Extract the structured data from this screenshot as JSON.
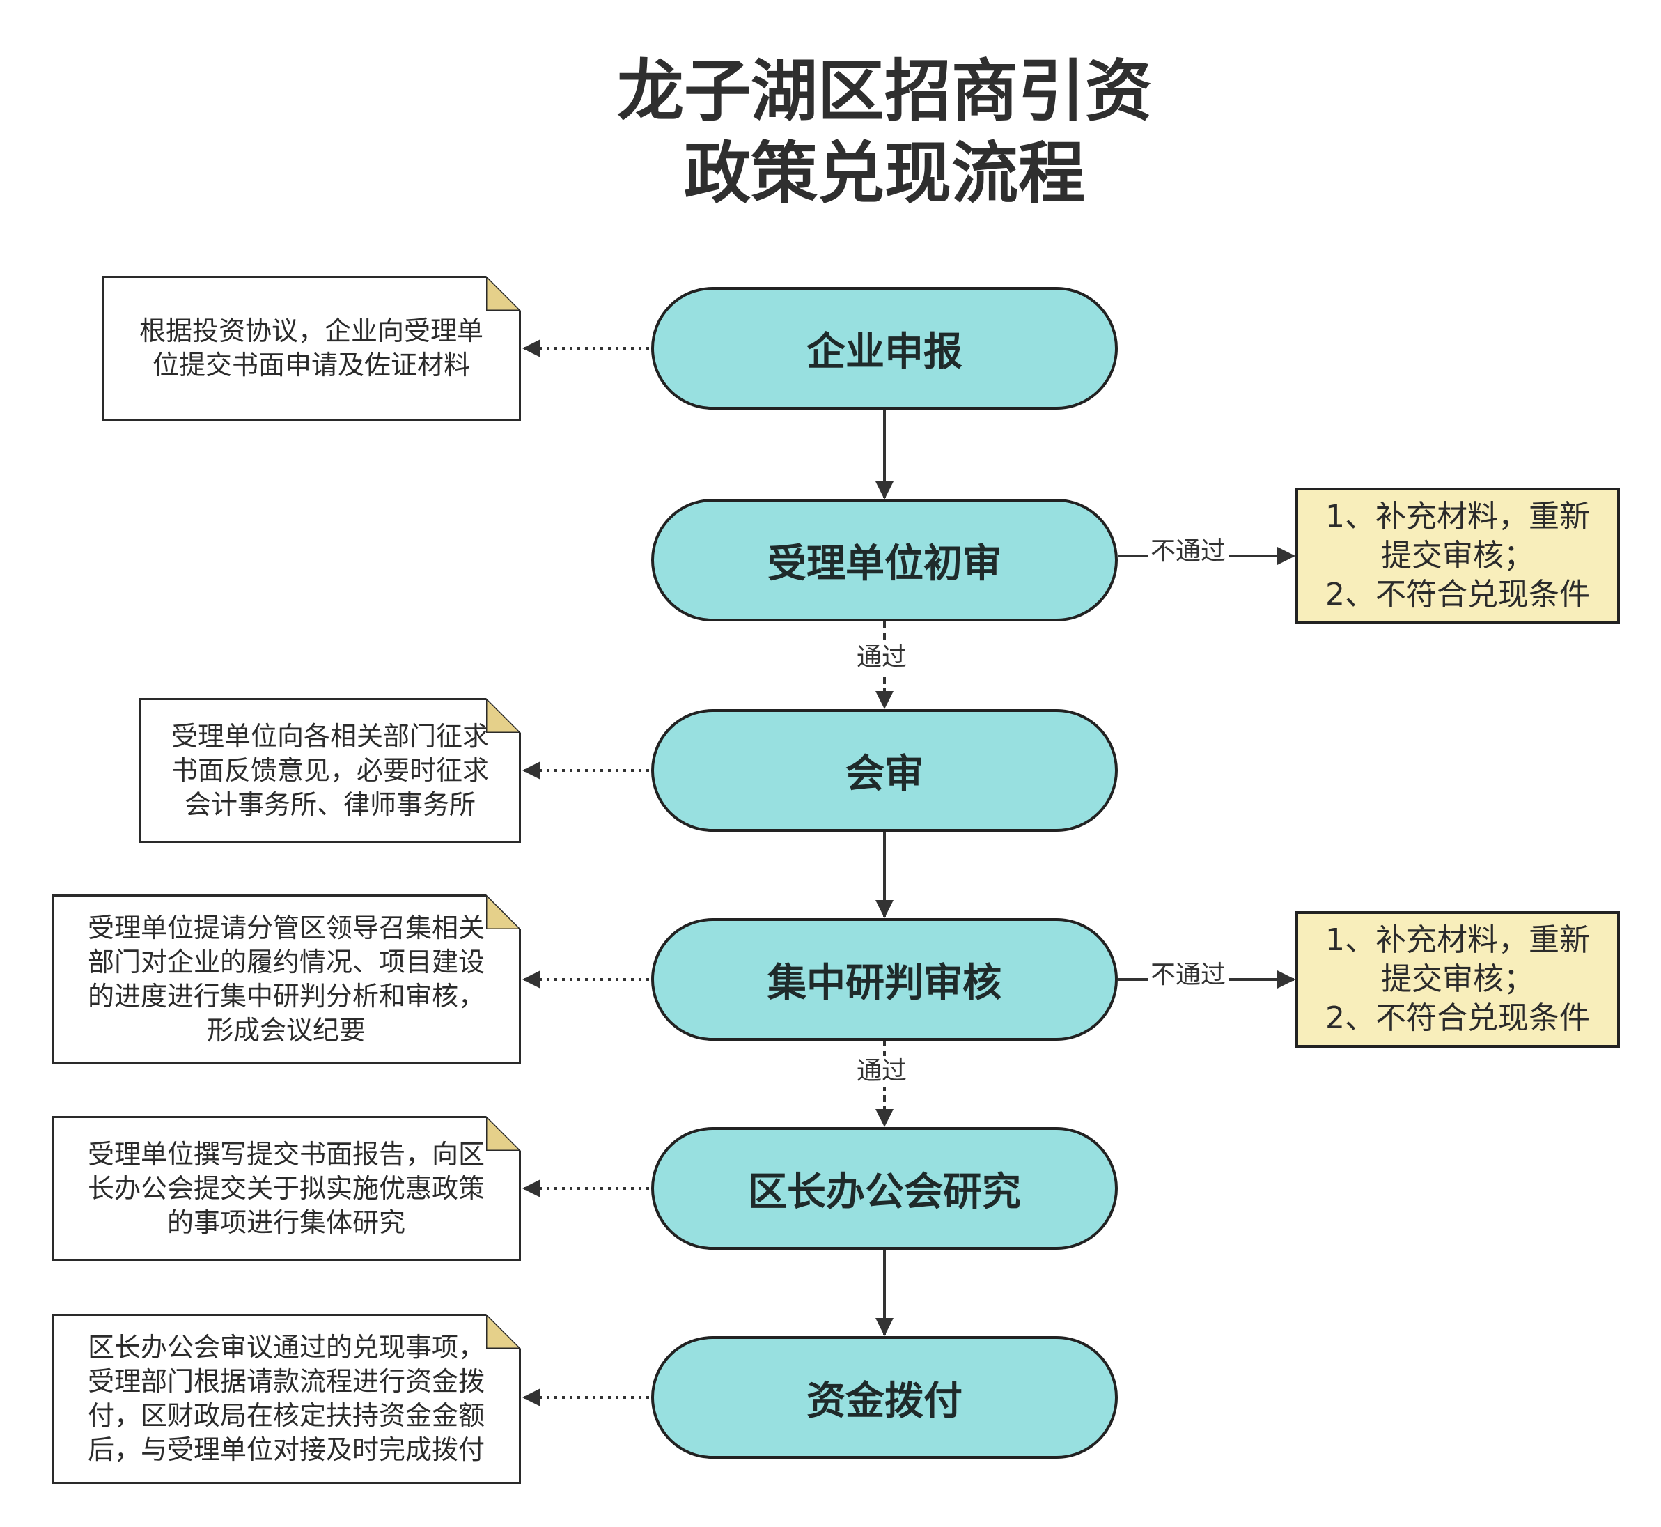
{
  "title": {
    "line1": "龙子湖区招商引资",
    "line2": "政策兑现流程"
  },
  "steps": [
    {
      "label": "企业申报"
    },
    {
      "label": "受理单位初审"
    },
    {
      "label": "会审"
    },
    {
      "label": "集中研判审核"
    },
    {
      "label": "区长办公会研究"
    },
    {
      "label": "资金拨付"
    }
  ],
  "notes": [
    {
      "lines": [
        "根据投资协议，企业向受理单",
        "位提交书面申请及佐证材料"
      ]
    },
    {
      "lines": [
        "受理单位向各相关部门征求",
        "书面反馈意见，必要时征求",
        "会计事务所、律师事务所"
      ]
    },
    {
      "lines": [
        "受理单位提请分管区领导召集相关",
        "部门对企业的履约情况、项目建设",
        "的进度进行集中研判分析和审核，",
        "形成会议纪要"
      ]
    },
    {
      "lines": [
        "受理单位撰写提交书面报告，向区",
        "长办公会提交关于拟实施优惠政策",
        "的事项进行集体研究"
      ]
    },
    {
      "lines": [
        "区长办公会审议通过的兑现事项，",
        "受理部门根据请款流程进行资金拨",
        "付，区财政局在核定扶持资金金额",
        "后，与受理单位对接及时完成拨付"
      ]
    }
  ],
  "results": [
    {
      "lines": [
        "1、补充材料，重新",
        "提交审核；",
        "2、不符合兑现条件"
      ]
    },
    {
      "lines": [
        "1、补充材料，重新",
        "提交审核；",
        "2、不符合兑现条件"
      ]
    }
  ],
  "edge_labels": {
    "pass": "通过",
    "fail": "不通过"
  },
  "colors": {
    "step_fill": "#98e0e0",
    "result_fill": "#f8eebb",
    "fold_fill": "#e5d08a",
    "stroke": "#222222"
  }
}
